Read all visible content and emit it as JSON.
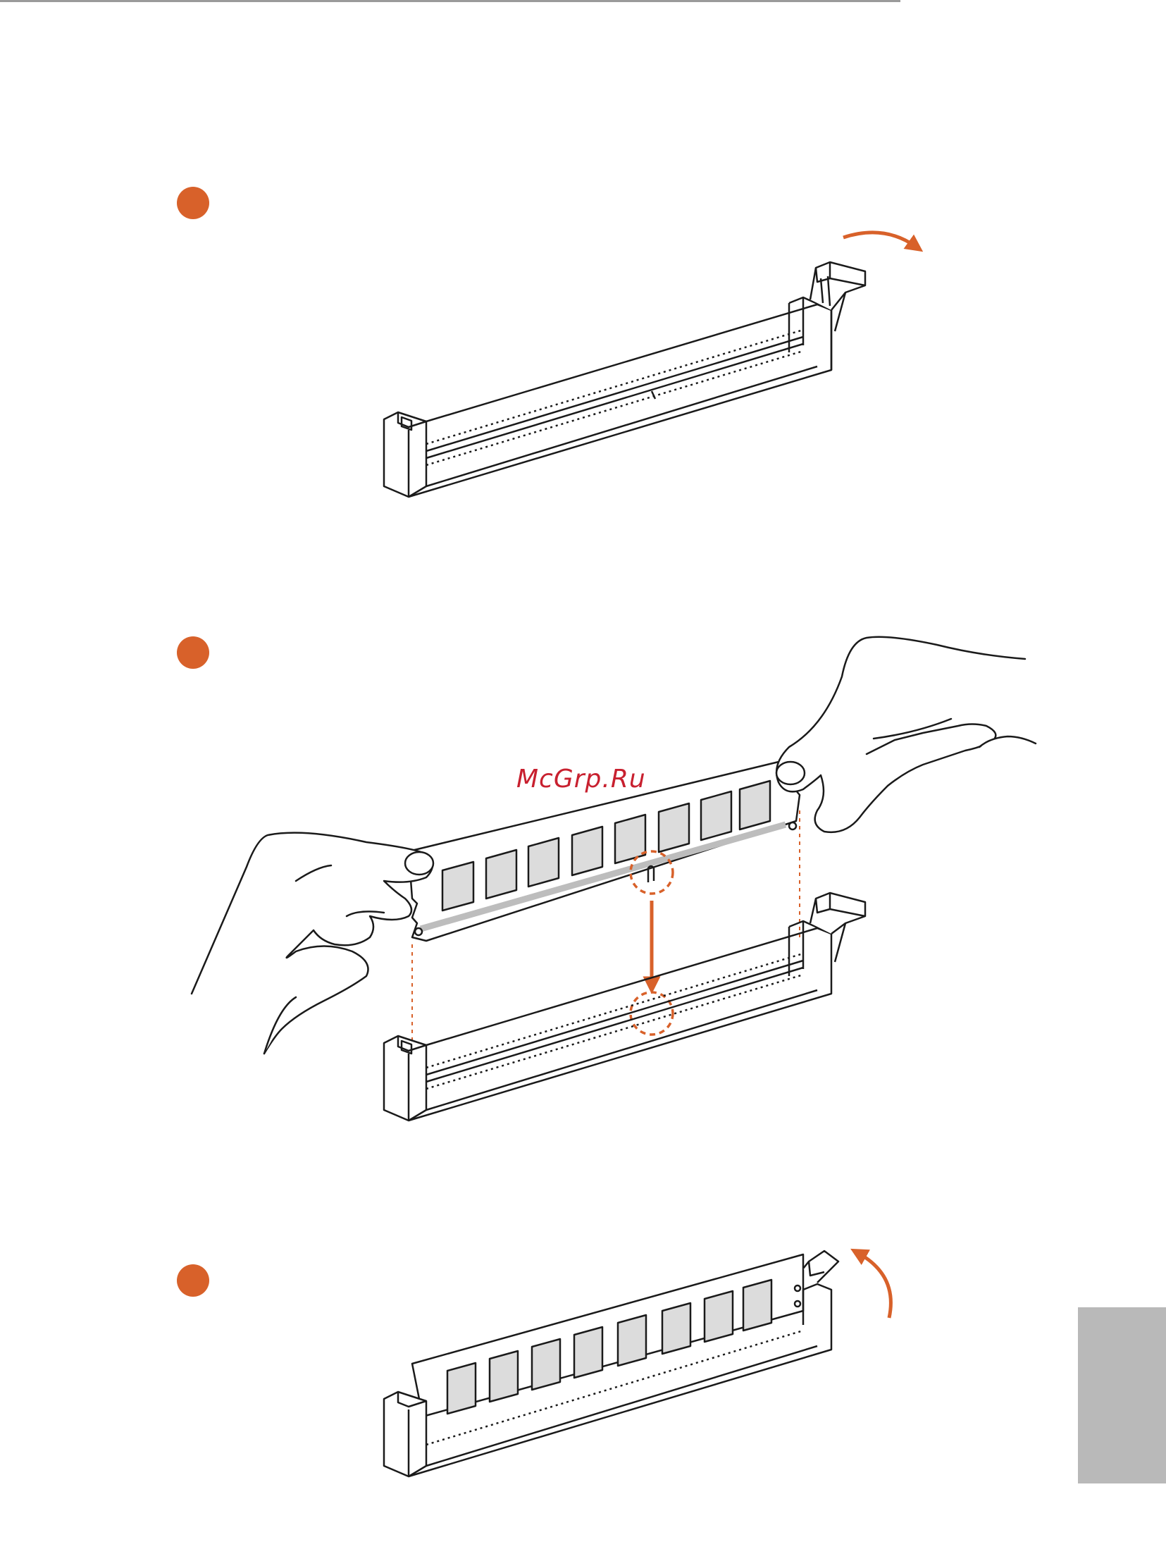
{
  "watermark": "McGrp.Ru",
  "colors": {
    "accent": "#d8612a",
    "line": "#1a1a1a",
    "chip_fill": "#dcdcdc",
    "gold_strip": "#bdbdbd",
    "side_tab": "#b9b9b9",
    "watermark": "#c8202f"
  },
  "steps": [
    {
      "id": 1,
      "action": "unlock-latch"
    },
    {
      "id": 2,
      "action": "align-and-insert-module"
    },
    {
      "id": 3,
      "action": "latch-closes"
    }
  ]
}
